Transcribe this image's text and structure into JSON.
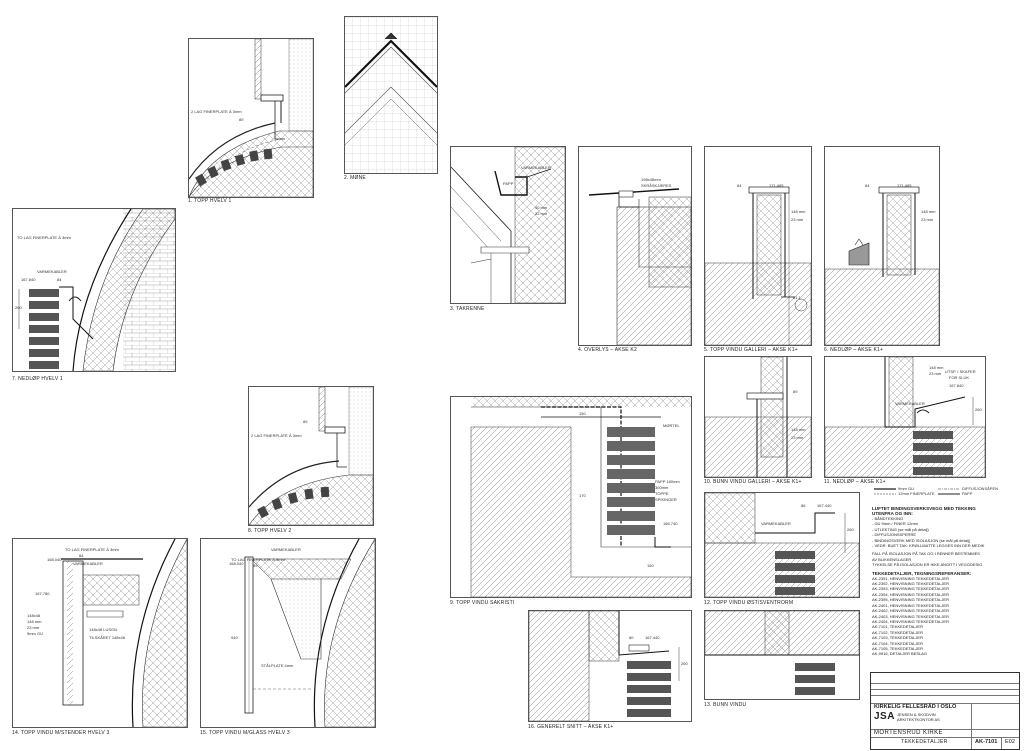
{
  "details": {
    "d1": {
      "caption": "1. TOPP HVELV 1",
      "notes": [
        "89",
        "2 LAG FINERPLATE Á 3mm"
      ]
    },
    "d2": {
      "caption": "2. MØNE"
    },
    "d3": {
      "caption": "3. TAKRENNE",
      "notes": [
        "VARMEKABLER",
        "PAPP",
        "40 mm",
        "32 mm"
      ]
    },
    "d4": {
      "caption": "4. OVERLYS – AKSE K2",
      "notes": [
        "198x48mm",
        "SKRÅSKJÆRES"
      ]
    },
    "d5": {
      "caption": "5. TOPP VINDU GALLERI – AKSE K1+",
      "notes": [
        "84",
        "171.485",
        "148 mm",
        "23 mm",
        "81.1"
      ]
    },
    "d6": {
      "caption": "6. NEDLØP – AKSE K1+",
      "notes": [
        "84",
        "171.485",
        "148 mm",
        "23 mm"
      ]
    },
    "d7": {
      "caption": "7. NEDLØP HVELV 1",
      "notes": [
        "TO LAG FINERPLATE Á 3mm",
        "VARMEKABLER",
        "167.840",
        "84",
        "260"
      ]
    },
    "d8": {
      "caption": "8. TOPP HVELV 2",
      "notes": [
        "89",
        "2 LAG FINERPLATE Á 3mm"
      ]
    },
    "d9": {
      "caption": "9. TOPP VINDU SAKRISTI",
      "notes": [
        "150",
        "MØRTEL",
        "PAPP 180mm",
        "300mm",
        "TOPPE",
        "SPIKINGER",
        "170",
        "166.740",
        "150"
      ]
    },
    "d10": {
      "caption": "10. BUNN VINDU GALLERI – AKSE K1+",
      "notes": [
        "89",
        "148 mm",
        "23 mm"
      ]
    },
    "d11": {
      "caption": "11. NEDLØP – AKSE K1+",
      "notes": [
        "148 mm",
        "23 mm",
        "UTSP. I SKAFER",
        "FOR SLUK",
        "167.840",
        "VARMEKABLER",
        "260"
      ]
    },
    "d12": {
      "caption": "12. TOPP VINDU ØST/SVENTRORM",
      "notes": [
        "86",
        "167.440",
        "VARMEKABLER",
        "260"
      ]
    },
    "d13": {
      "caption": "13. BUNN VINDU"
    },
    "d14": {
      "caption": "14. TOPP VINDU M/STENDER HVELV 3",
      "notes": [
        "TO LAG FINERPLATE Á 3mm",
        "VARMEKABLER",
        "168.040",
        "84",
        "167.780",
        "148x48",
        "148 mm",
        "23 mm",
        "9mm GU",
        "148x48 LUSGN",
        "TILSKÅRET 148x48"
      ]
    },
    "d15": {
      "caption": "15. TOPP VINDU M/GLASS HVELV 3",
      "notes": [
        "TO LAG FINERPLATE Á 3mm",
        "168.040",
        "89",
        "VARMEKABLER",
        "STÅLPLATE 4mm",
        "940"
      ]
    },
    "d16": {
      "caption": "16. GENERELT SNITT – AKSE K1+",
      "notes": [
        "167.440",
        "80",
        "260"
      ]
    }
  },
  "legend": {
    "line1": "9mm GU",
    "line2": "12mm FINERPLATE",
    "line3": "DIFFUSJONSÅPEN",
    "line4": "PAPP"
  },
  "notes_block": {
    "heading1": "LUFTET BINDINGSVERKSVEGG MED TEKKING",
    "heading1b": "UTENFRA OG INN:",
    "items1": [
      "- BÅNDTEKKING",
      "- GU 9mm / FINER 12mm",
      "- UTLEKTING (se mål på detalj)",
      "- DIFFUSJONSSPERRE",
      "- BINDINGSVERK MED ISOLASJON (se mål på detalj)",
      "- VEDR. BUET TAK: KRØLLMATTE LEGGES INN DER MEDIK"
    ],
    "text2": "FALL PÅ ISOLASJON PÅ TAK OG I RENNER BESTEMMES",
    "text2b": "AV BLIKKENSLAGER",
    "text3": "TYKKELSE PÅ ISOLASJON ER IKKE ANGITT I VEGGDESIG",
    "heading2": "TEKKEDETALJER, TEGNINGSREFERANSER:",
    "refs": [
      "AK-2391, HENVISNING TEKKEDETALJER",
      "AK-2392, HENVISNING TEKKEDETALJER",
      "AK-2393, HENVISNING TEKKEDETALJER",
      "AK-2394, HENVISNING TEKKEDETALJER",
      "AK-2395, HENVISNING TEKKEDETALJER",
      "AK-2401, HENVISNING TEKKEDETALJER",
      "AK-2402, HENVISNING TEKKEDETALJER",
      "AK-2403, HENVISNING TEKKEDETALJER",
      "AK-2404, HENVISNING TEKKEDETALJER",
      "AK-7101, TEKKEDETALJER",
      "AK-7102, TEKKEDETALJER",
      "AK-7103, TEKKEDETALJER",
      "AK-7104, TEKKEDETALJER",
      "AK-7105, TEKKEDETALJER",
      "AK-9916, DETALJER BESLAG"
    ]
  },
  "title_block": {
    "client": "KIRKELIG FELLESRÅD I OSLO",
    "office_short": "JSA",
    "office_name": "JENSEN & SKODVIN",
    "office_sub": "ARKITEKTKONTOR AS",
    "project": "MORTENSRUD KIRKE",
    "drawing_title": "TEKKEDETALJER",
    "drawing_no": "AK-7101",
    "revision": "E02"
  }
}
